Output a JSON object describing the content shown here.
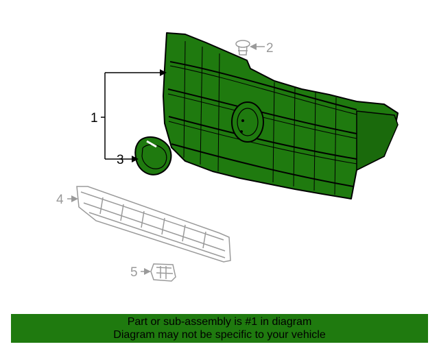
{
  "callouts": [
    {
      "id": "1",
      "label": "1"
    },
    {
      "id": "2",
      "label": "2"
    },
    {
      "id": "3",
      "label": "3"
    },
    {
      "id": "4",
      "label": "4"
    },
    {
      "id": "5",
      "label": "5"
    }
  ],
  "banner": {
    "line1": "Part or sub-assembly is #1 in diagram",
    "line2": "Diagram may not be specific to your vehicle"
  },
  "colors": {
    "highlight": "#1f7a0f",
    "outline": "#000000",
    "muted": "#9a9a9a"
  }
}
